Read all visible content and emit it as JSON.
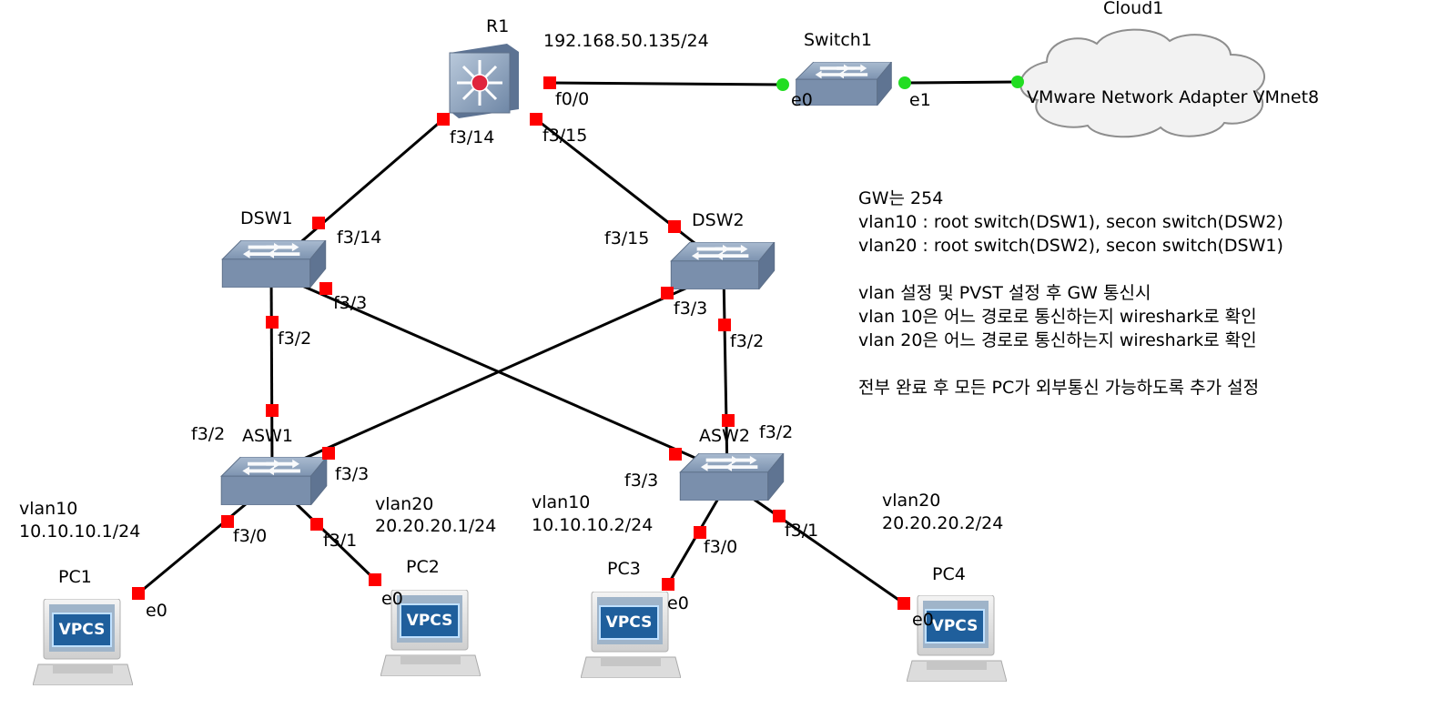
{
  "devices": {
    "r1": "R1",
    "switch1": "Switch1",
    "cloud1": "Cloud1",
    "dsw1": "DSW1",
    "dsw2": "DSW2",
    "asw1": "ASW1",
    "asw2": "ASW2",
    "pc1": "PC1",
    "pc2": "PC2",
    "pc3": "PC3",
    "pc4": "PC4",
    "vpcs_badge": "VPCS"
  },
  "labels": {
    "r1_ip": "192.168.50.135/24",
    "cloud_adapter": "VMware Network Adapter VMnet8",
    "pc1_vlan": "vlan10",
    "pc1_ip": "10.10.10.1/24",
    "pc2_vlan": "vlan20",
    "pc2_ip": "20.20.20.1/24",
    "pc3_vlan": "vlan10",
    "pc3_ip": "10.10.10.2/24",
    "pc4_vlan": "vlan20",
    "pc4_ip": "20.20.20.2/24"
  },
  "ports": {
    "r1_f0_0": "f0/0",
    "r1_f3_14": "f3/14",
    "r1_f3_15": "f3/15",
    "sw1_e0": "e0",
    "sw1_e1": "e1",
    "dsw1_f3_14": "f3/14",
    "dsw1_f3_3": "f3/3",
    "dsw1_f3_2": "f3/2",
    "dsw2_f3_15": "f3/15",
    "dsw2_f3_3": "f3/3",
    "dsw2_f3_2": "f3/2",
    "asw1_f3_2": "f3/2",
    "asw1_f3_3": "f3/3",
    "asw1_f3_0": "f3/0",
    "asw1_f3_1": "f3/1",
    "asw2_f3_2": "f3/2",
    "asw2_f3_3": "f3/3",
    "asw2_f3_0": "f3/0",
    "asw2_f3_1": "f3/1",
    "pc1_e0": "e0",
    "pc2_e0": "e0",
    "pc3_e0": "e0",
    "pc4_e0": "e0"
  },
  "notes": [
    "GW는 254",
    "vlan10 : root switch(DSW1), secon switch(DSW2)",
    "vlan20 : root switch(DSW2), secon switch(DSW1)",
    "",
    "vlan 설정 및 PVST 설정 후 GW 통신시",
    "vlan 10은 어느 경로로 통신하는지 wireshark로 확인",
    "vlan 20은 어느 경로로 통신하는지 wireshark로 확인",
    "",
    "전부 완료 후 모든 PC가 외부통신 가능하도록 추가 설정"
  ],
  "colors": {
    "port_down": "#ff0000",
    "port_up": "#22dd22",
    "link": "#000000",
    "device_face": "#7d92ad",
    "vpcs_badge": "#1f5f9c"
  }
}
